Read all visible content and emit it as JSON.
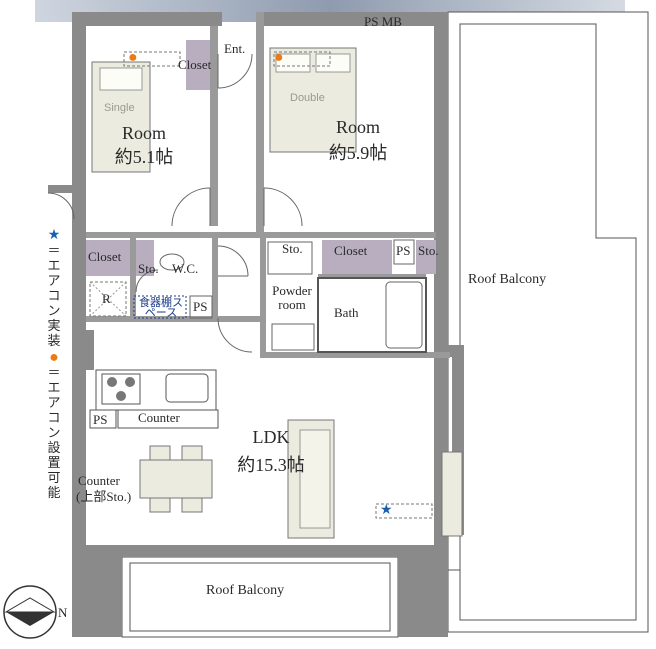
{
  "rooms": {
    "room1_name": "Room",
    "room1_area": "約5.1帖",
    "room2_name": "Room",
    "room2_area": "約5.9帖",
    "ldk_name": "LDK",
    "ldk_area": "約15.3帖"
  },
  "labels": {
    "entrance": "Ent.",
    "closet_top": "Closet",
    "psmb": "PS MB",
    "single": "Single",
    "double": "Double",
    "closet_left": "Closet",
    "sto_wc": "Sto.",
    "wc": "W.C.",
    "r": "R",
    "dish_space": "食器棚スペース",
    "ps_mid": "PS",
    "sto_powder": "Sto.",
    "closet_mid": "Closet",
    "ps_right": "PS",
    "sto_right": "Sto.",
    "powder_room": "Powder room",
    "bath": "Bath",
    "ps_kitchen": "PS",
    "counter": "Counter",
    "counter2_line1": "Counter",
    "counter2_line2": "(上部Sto.)",
    "roof_balcony_right": "Roof Balcony",
    "roof_balcony_bottom": "Roof Balcony",
    "north": "N"
  },
  "legend": {
    "star_icon": "★",
    "star_text": "＝エアコン実装",
    "dot_icon": "●",
    "dot_text": "＝エアコン設置可能"
  },
  "colors": {
    "wall": "#8a8a8a",
    "closet": "#b8aec0",
    "ac_dot": "#ee7a14",
    "ac_star": "#1a5fb0"
  }
}
